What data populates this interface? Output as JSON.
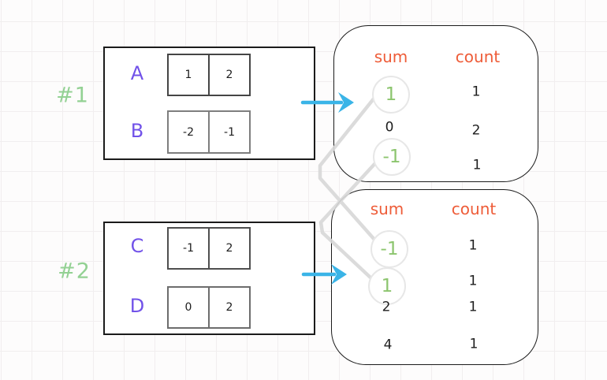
{
  "diagram": {
    "style": "hand-drawn whiteboard",
    "groups": [
      {
        "tag": "#1",
        "arrays": [
          {
            "label": "A",
            "cells": [
              "1",
              "2"
            ]
          },
          {
            "label": "B",
            "cells": [
              "-2",
              "-1"
            ]
          }
        ]
      },
      {
        "tag": "#2",
        "arrays": [
          {
            "label": "C",
            "cells": [
              "-1",
              "2"
            ]
          },
          {
            "label": "D",
            "cells": [
              "0",
              "2"
            ]
          }
        ]
      }
    ],
    "tables": [
      {
        "sum_header": "sum",
        "count_header": "count",
        "rows": [
          {
            "sum": "1",
            "count": "1",
            "circled": true
          },
          {
            "sum": "0",
            "count": "2",
            "circled": false
          },
          {
            "sum": "-1",
            "count": "1",
            "circled": true
          }
        ]
      },
      {
        "sum_header": "sum",
        "count_header": "count",
        "rows": [
          {
            "sum": "-1",
            "count": "1",
            "circled": true
          },
          {
            "sum": "1",
            "count": "1",
            "circled": true
          },
          {
            "sum": "2",
            "count": "1",
            "circled": false
          },
          {
            "sum": "4",
            "count": "1",
            "circled": false
          }
        ]
      }
    ],
    "links": [
      {
        "from": "table-1 sum 1",
        "to": "table-2 sum -1"
      },
      {
        "from": "table-1 sum -1",
        "to": "table-2 sum 1"
      }
    ],
    "colors": {
      "tag_green": "#93d193",
      "value_green": "#8cc56e",
      "label_purple": "#7152e9",
      "header_orange": "#ee5c38",
      "arrow_blue": "#3ab4e7",
      "connector_gray": "#d8d8d8",
      "ink_black": "#1b1b1b"
    }
  }
}
